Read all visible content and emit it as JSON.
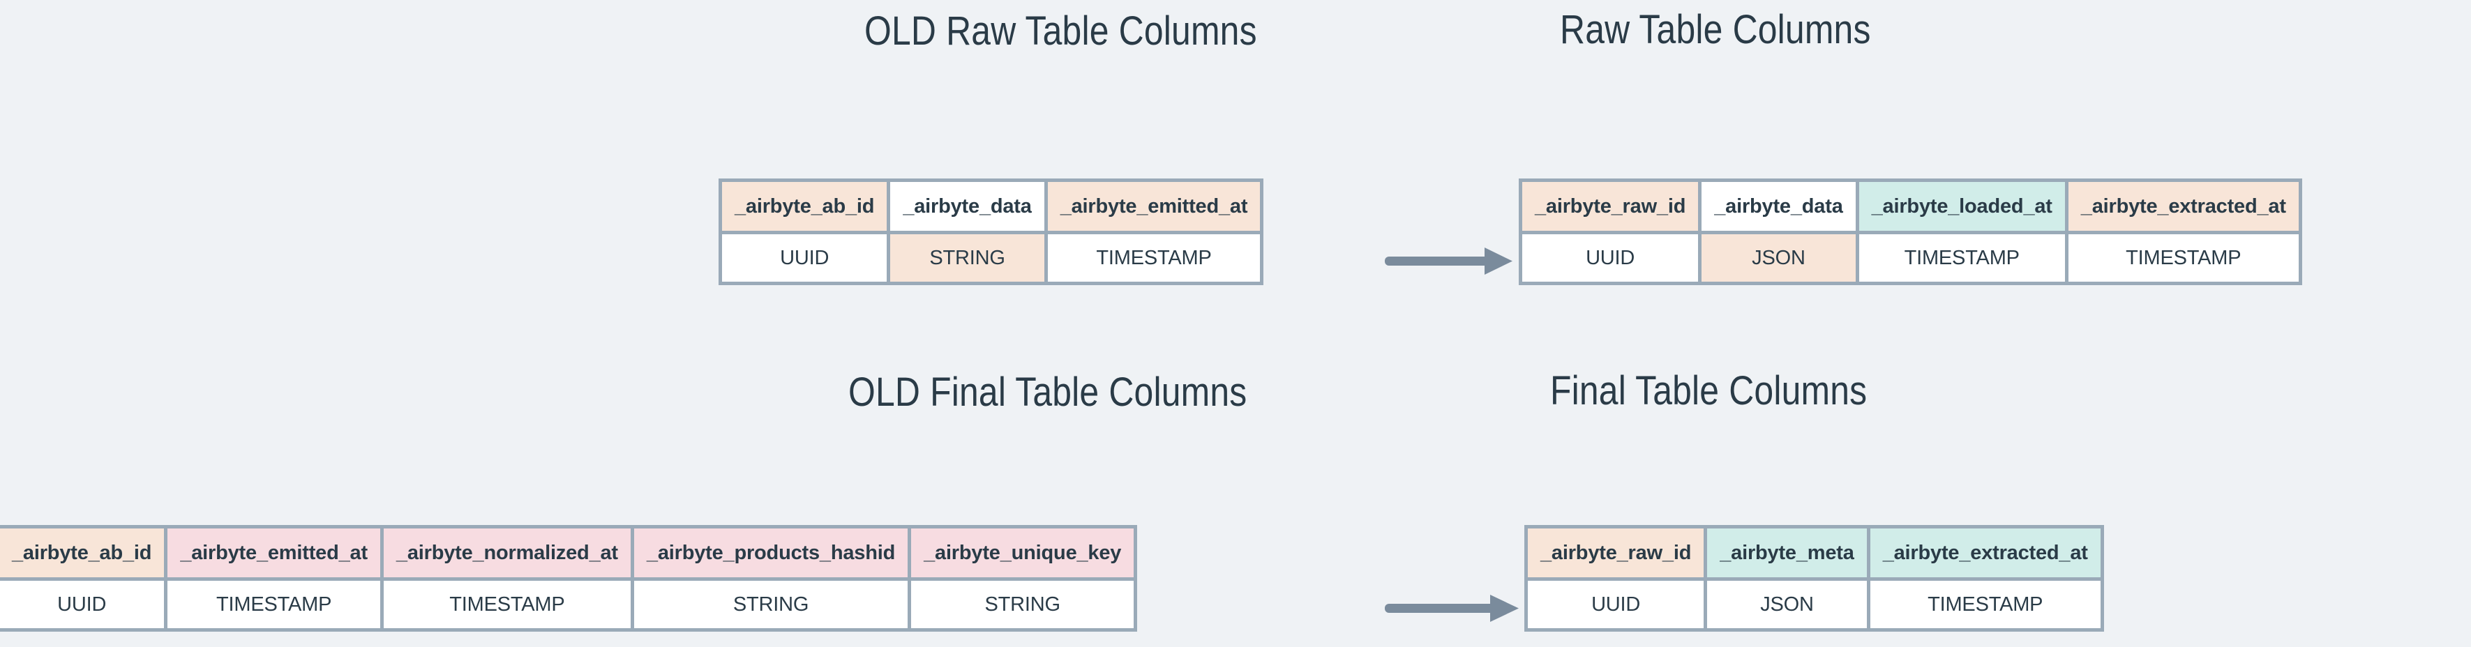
{
  "page": {
    "background_color": "#eff2f5",
    "text_color": "#2a3b47",
    "border_color": "#9aaab8",
    "arrow_color": "#7a8b9c",
    "swatches": {
      "peach": "#f8e5d8",
      "teal": "#d1ede9",
      "pink": "#f7dce1",
      "white": "#ffffff"
    }
  },
  "titles": {
    "old_raw": "OLD Raw Table Columns",
    "new_raw": "Raw Table Columns",
    "old_final": "OLD Final Table Columns",
    "new_final": "Final Table Columns"
  },
  "tables": {
    "old_raw": {
      "name": "OLD Raw Table Columns",
      "columns": [
        {
          "header": "_airbyte_ab_id",
          "type": "UUID",
          "header_fill": "peach",
          "type_fill": "white"
        },
        {
          "header": "_airbyte_data",
          "type": "STRING",
          "header_fill": "white",
          "type_fill": "peach"
        },
        {
          "header": "_airbyte_emitted_at",
          "type": "TIMESTAMP",
          "header_fill": "peach",
          "type_fill": "white"
        }
      ]
    },
    "new_raw": {
      "name": "Raw Table Columns",
      "columns": [
        {
          "header": "_airbyte_raw_id",
          "type": "UUID",
          "header_fill": "peach",
          "type_fill": "white"
        },
        {
          "header": "_airbyte_data",
          "type": "JSON",
          "header_fill": "white",
          "type_fill": "peach"
        },
        {
          "header": "_airbyte_loaded_at",
          "type": "TIMESTAMP",
          "header_fill": "teal",
          "type_fill": "white"
        },
        {
          "header": "_airbyte_extracted_at",
          "type": "TIMESTAMP",
          "header_fill": "peach",
          "type_fill": "white"
        }
      ]
    },
    "old_final": {
      "name": "OLD Final Table Columns",
      "columns": [
        {
          "header": "_airbyte_ab_id",
          "type": "UUID",
          "header_fill": "peach",
          "type_fill": "white"
        },
        {
          "header": "_airbyte_emitted_at",
          "type": "TIMESTAMP",
          "header_fill": "pink",
          "type_fill": "white"
        },
        {
          "header": "_airbyte_normalized_at",
          "type": "TIMESTAMP",
          "header_fill": "pink",
          "type_fill": "white"
        },
        {
          "header": "_airbyte_products_hashid",
          "type": "STRING",
          "header_fill": "pink",
          "type_fill": "white"
        },
        {
          "header": "_airbyte_unique_key",
          "type": "STRING",
          "header_fill": "pink",
          "type_fill": "white"
        }
      ]
    },
    "new_final": {
      "name": "Final Table Columns",
      "columns": [
        {
          "header": "_airbyte_raw_id",
          "type": "UUID",
          "header_fill": "peach",
          "type_fill": "white"
        },
        {
          "header": "_airbyte_meta",
          "type": "JSON",
          "header_fill": "teal",
          "type_fill": "white"
        },
        {
          "header": "_airbyte_extracted_at",
          "type": "TIMESTAMP",
          "header_fill": "teal",
          "type_fill": "white"
        }
      ]
    }
  },
  "arrows": [
    {
      "id": "arrow-raw",
      "from": "old_raw",
      "to": "new_raw"
    },
    {
      "id": "arrow-final",
      "from": "old_final",
      "to": "new_final"
    }
  ]
}
